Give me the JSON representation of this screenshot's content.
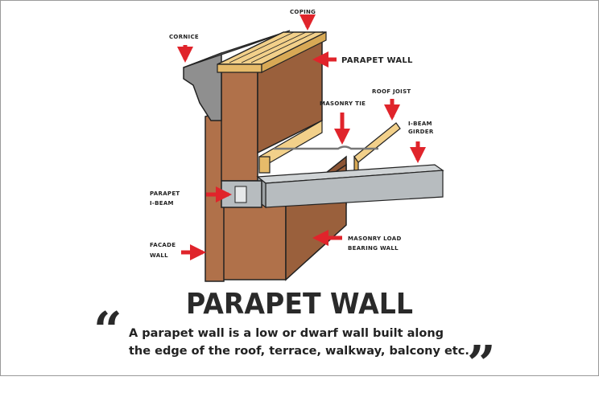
{
  "labels": {
    "coping": "COPING",
    "cornice": "CORNICE",
    "parapet_wall": "PARAPET WALL",
    "roof_joist": "ROOF JOIST",
    "masonry_tie": "MASONRY TIE",
    "ibeam_girder_1": "I-BEAM",
    "ibeam_girder_2": "GIRDER",
    "parapet_ibeam_1": "PARAPET",
    "parapet_ibeam_2": "I-BEAM",
    "facade_wall_1": "FACADE",
    "facade_wall_2": "WALL",
    "masonry_load_1": "MASONRY LOAD",
    "masonry_load_2": "BEARING WALL"
  },
  "title": "PARAPET WALL",
  "description_line1": "A parapet wall is a low or dwarf wall built along",
  "description_line2": "the edge of the roof, terrace, walkway, balcony etc.",
  "colors": {
    "brick": "#b0714a",
    "brick_dark": "#8c5535",
    "coping": "#f2d08a",
    "steel": "#b7bcbf",
    "arrow": "#e0242b"
  }
}
